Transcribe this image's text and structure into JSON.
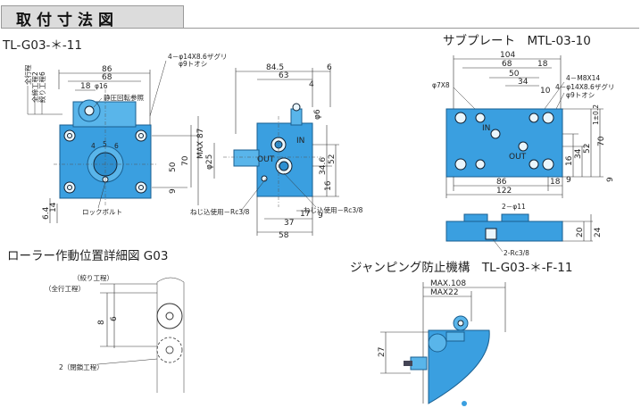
{
  "header": {
    "title": "取付寸法図"
  },
  "views": {
    "main_title": "TL-G03-＊-11",
    "plate_title": "サブプレート　MTL-03-10",
    "roller_title": "ローラー作動位置詳細図 G03",
    "jump_title": "ジャンピング防止機構　TL-G03-＊-F-11"
  },
  "main_labels": {
    "left_stack": [
      "全行程",
      "全締工程2",
      "絞り工程6"
    ],
    "counterbore": "4－φ14X8.6ザグリ",
    "through": "φ9トオシ",
    "pressure_point": "静圧回転参照",
    "d86": "86",
    "d68": "68",
    "d18": "18",
    "d16": "φ16",
    "d70": "70",
    "d87": "MAX 87",
    "d50": "50",
    "d9": "9",
    "d64": "6.4",
    "d14": "14",
    "lock_bolt": "ロックボルト",
    "nums": [
      "4",
      "5",
      "6"
    ]
  },
  "side_labels": {
    "d845": "84.5",
    "d63": "63",
    "d6": "6",
    "d4": "4",
    "d25": "φ25",
    "d6b": "φ6",
    "d346": "34.6",
    "d52": "52",
    "d16": "16",
    "d17": "17",
    "d37": "37",
    "d58": "58",
    "d9": "9",
    "in": "IN",
    "out": "OUT",
    "thread1": "ねじ込使用－Rc3/8",
    "thread2": "ねじ込使用－Rc3/8"
  },
  "plate_labels": {
    "d104": "104",
    "d68": "68",
    "d18": "18",
    "d50": "50",
    "d34": "34",
    "d10": "10",
    "phi7": "φ7X8",
    "m8": "4－M8X14",
    "cb": "4－φ14X8.6ザグリ",
    "thru": "φ9トオシ",
    "d86": "86",
    "d18b": "18",
    "d122": "122",
    "d9": "9",
    "d16": "16",
    "d34v": "34",
    "d52": "52",
    "d70": "70",
    "d9v": "9",
    "d112": "1±0.2",
    "in": "IN",
    "out": "OUT",
    "phi11": "2－φ11",
    "rc": "2-Rc3/8",
    "d20": "20",
    "d24": "24"
  },
  "roller_labels": {
    "squeeze": "（絞り工程）",
    "full": "（全行工程）",
    "closed": "2（閉鎖工程）",
    "d8": "8",
    "d6": "6"
  },
  "jump_labels": {
    "max108": "MAX.108",
    "max22": "MAX22",
    "d27": "27"
  }
}
